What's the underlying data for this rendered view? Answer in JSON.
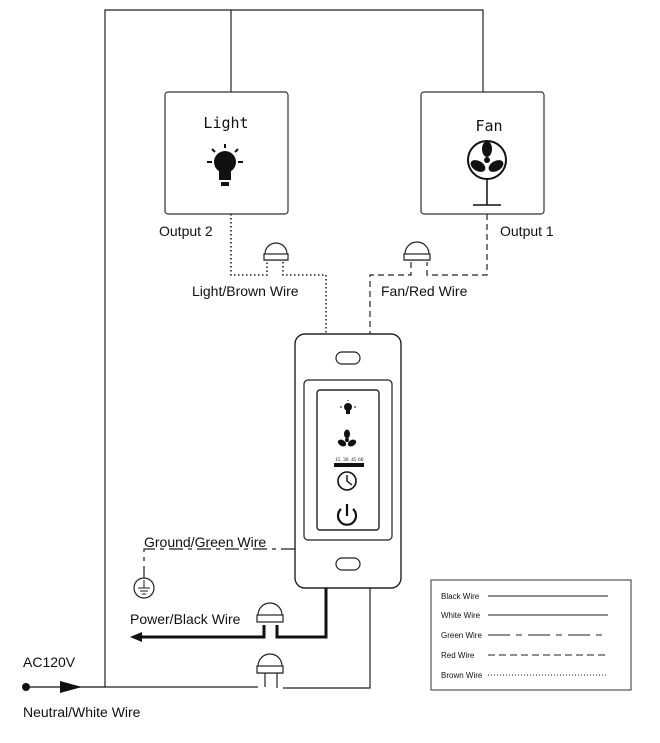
{
  "devices": {
    "light_label": "Light",
    "fan_label": "Fan",
    "output2_label": "Output 2",
    "output1_label": "Output 1"
  },
  "wires": {
    "light_brown": "Light/Brown Wire",
    "fan_red": "Fan/Red Wire",
    "ground_green": "Ground/Green Wire",
    "power_black": "Power/Black Wire",
    "neutral_white": "Neutral/White Wire",
    "ac_source": "AC120V"
  },
  "switch": {
    "timer_ticks": [
      "15",
      "30",
      "45",
      "60"
    ]
  },
  "legend": {
    "items": [
      "Black Wire",
      "White Wire",
      "Green Wire",
      "Red Wire",
      "Brown Wire"
    ]
  }
}
